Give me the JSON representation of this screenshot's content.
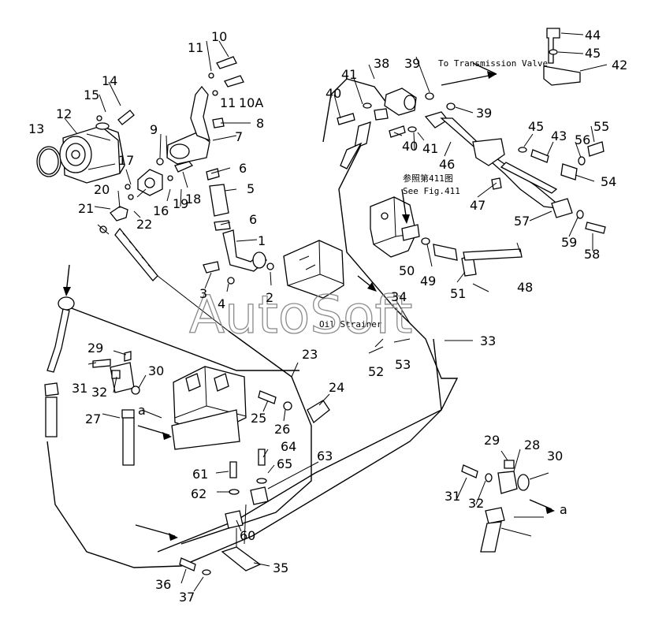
{
  "notes": {
    "transmission": "To Transmission Valve",
    "strainer": "Oil Strainer",
    "ref_cn": "参照第411图",
    "ref_en": "See Fig.411"
  },
  "watermark": "AutoSoft",
  "part_labels": [
    {
      "id": "1",
      "t": "1"
    },
    {
      "id": "2",
      "t": "2"
    },
    {
      "id": "3",
      "t": "3"
    },
    {
      "id": "4",
      "t": "4"
    },
    {
      "id": "5",
      "t": "5"
    },
    {
      "id": "6a",
      "t": "6"
    },
    {
      "id": "6b",
      "t": "6"
    },
    {
      "id": "7",
      "t": "7"
    },
    {
      "id": "8",
      "t": "8"
    },
    {
      "id": "9",
      "t": "9"
    },
    {
      "id": "10",
      "t": "10"
    },
    {
      "id": "10A",
      "t": "10A"
    },
    {
      "id": "11a",
      "t": "11"
    },
    {
      "id": "11b",
      "t": "11"
    },
    {
      "id": "12",
      "t": "12"
    },
    {
      "id": "13",
      "t": "13"
    },
    {
      "id": "14",
      "t": "14"
    },
    {
      "id": "15",
      "t": "15"
    },
    {
      "id": "16",
      "t": "16"
    },
    {
      "id": "17",
      "t": "17"
    },
    {
      "id": "18",
      "t": "18"
    },
    {
      "id": "19",
      "t": "19"
    },
    {
      "id": "20",
      "t": "20"
    },
    {
      "id": "21",
      "t": "21"
    },
    {
      "id": "22",
      "t": "22"
    },
    {
      "id": "23",
      "t": "23"
    },
    {
      "id": "24",
      "t": "24"
    },
    {
      "id": "25",
      "t": "25"
    },
    {
      "id": "26",
      "t": "26"
    },
    {
      "id": "27",
      "t": "27"
    },
    {
      "id": "28",
      "t": "28"
    },
    {
      "id": "29a",
      "t": "29"
    },
    {
      "id": "29b",
      "t": "29"
    },
    {
      "id": "30a",
      "t": "30"
    },
    {
      "id": "30b",
      "t": "30"
    },
    {
      "id": "31a",
      "t": "31"
    },
    {
      "id": "31b",
      "t": "31"
    },
    {
      "id": "32a",
      "t": "32"
    },
    {
      "id": "32b",
      "t": "32"
    },
    {
      "id": "33",
      "t": "33"
    },
    {
      "id": "34",
      "t": "34"
    },
    {
      "id": "35",
      "t": "35"
    },
    {
      "id": "36",
      "t": "36"
    },
    {
      "id": "37",
      "t": "37"
    },
    {
      "id": "38",
      "t": "38"
    },
    {
      "id": "39a",
      "t": "39"
    },
    {
      "id": "39b",
      "t": "39"
    },
    {
      "id": "40a",
      "t": "40"
    },
    {
      "id": "40b",
      "t": "40"
    },
    {
      "id": "41a",
      "t": "41"
    },
    {
      "id": "41b",
      "t": "41"
    },
    {
      "id": "42",
      "t": "42"
    },
    {
      "id": "43",
      "t": "43"
    },
    {
      "id": "44",
      "t": "44"
    },
    {
      "id": "45a",
      "t": "45"
    },
    {
      "id": "45b",
      "t": "45"
    },
    {
      "id": "46",
      "t": "46"
    },
    {
      "id": "47",
      "t": "47"
    },
    {
      "id": "48",
      "t": "48"
    },
    {
      "id": "49",
      "t": "49"
    },
    {
      "id": "50",
      "t": "50"
    },
    {
      "id": "51",
      "t": "51"
    },
    {
      "id": "52",
      "t": "52"
    },
    {
      "id": "53",
      "t": "53"
    },
    {
      "id": "54",
      "t": "54"
    },
    {
      "id": "55",
      "t": "55"
    },
    {
      "id": "56",
      "t": "56"
    },
    {
      "id": "57",
      "t": "57"
    },
    {
      "id": "58",
      "t": "58"
    },
    {
      "id": "59",
      "t": "59"
    },
    {
      "id": "60",
      "t": "60"
    },
    {
      "id": "61",
      "t": "61"
    },
    {
      "id": "62",
      "t": "62"
    },
    {
      "id": "63",
      "t": "63"
    },
    {
      "id": "64",
      "t": "64"
    },
    {
      "id": "65",
      "t": "65"
    },
    {
      "id": "a1",
      "t": "a"
    },
    {
      "id": "a2",
      "t": "a"
    }
  ]
}
